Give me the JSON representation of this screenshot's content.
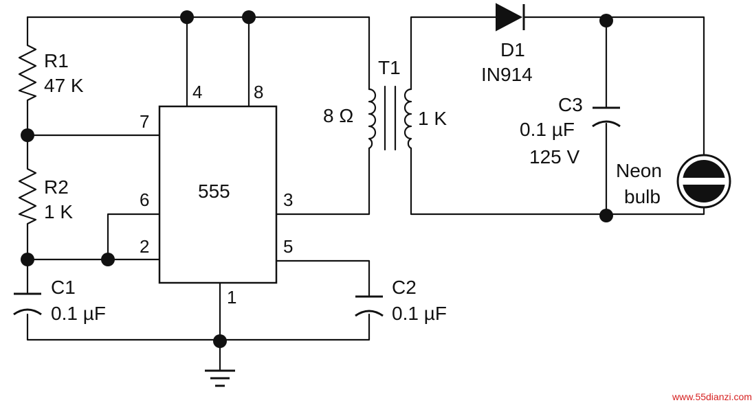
{
  "ic": {
    "name": "555",
    "pins": {
      "p1": "1",
      "p2": "2",
      "p3": "3",
      "p4": "4",
      "p5": "5",
      "p6": "6",
      "p7": "7",
      "p8": "8"
    }
  },
  "r1": {
    "ref": "R1",
    "value": "47 K"
  },
  "r2": {
    "ref": "R2",
    "value": "1 K"
  },
  "c1": {
    "ref": "C1",
    "value": "0.1 µF"
  },
  "c2": {
    "ref": "C2",
    "value": "0.1 µF"
  },
  "c3": {
    "ref": "C3",
    "value": "0.1 µF",
    "rating": "125 V"
  },
  "t1": {
    "ref": "T1",
    "primary": "8 Ω",
    "secondary": "1 K"
  },
  "d1": {
    "ref": "D1",
    "part": "IN914"
  },
  "bulb": {
    "line1": "Neon",
    "line2": "bulb"
  },
  "watermark": {
    "text": "www.55dianzi.com",
    "color": "#d62020"
  }
}
